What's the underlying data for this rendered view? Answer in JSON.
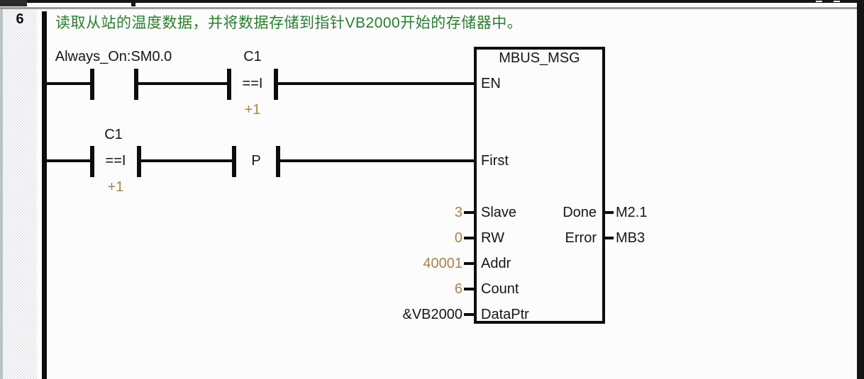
{
  "colors": {
    "comment_green": "#2a7d2f",
    "operand_tan": "#a8834f",
    "wire_black": "#0d0d0d",
    "frame_black": "#141414",
    "separator_gray": "#9a9a9a"
  },
  "network": {
    "number": "6",
    "comment": "读取从站的温度数据，并将数据存储到指针VB2000开始的存储器中。"
  },
  "rung1": {
    "contact1_label": "Always_On:SM0.0",
    "compare_label": "C1",
    "compare_operator": "==I",
    "compare_operand": "+1"
  },
  "rung2": {
    "compare_label": "C1",
    "compare_operator": "==I",
    "compare_operand": "+1",
    "edge_contact_label": "P"
  },
  "block": {
    "title": "MBUS_MSG",
    "inputs": [
      {
        "pin": "EN",
        "value": ""
      },
      {
        "pin": "First",
        "value": ""
      },
      {
        "pin": "Slave",
        "value": "3"
      },
      {
        "pin": "RW",
        "value": "0"
      },
      {
        "pin": "Addr",
        "value": "40001"
      },
      {
        "pin": "Count",
        "value": "6"
      },
      {
        "pin": "DataPtr",
        "value": "&VB2000"
      }
    ],
    "outputs": [
      {
        "pin": "Done",
        "value": "M2.1"
      },
      {
        "pin": "Error",
        "value": "MB3"
      }
    ]
  }
}
